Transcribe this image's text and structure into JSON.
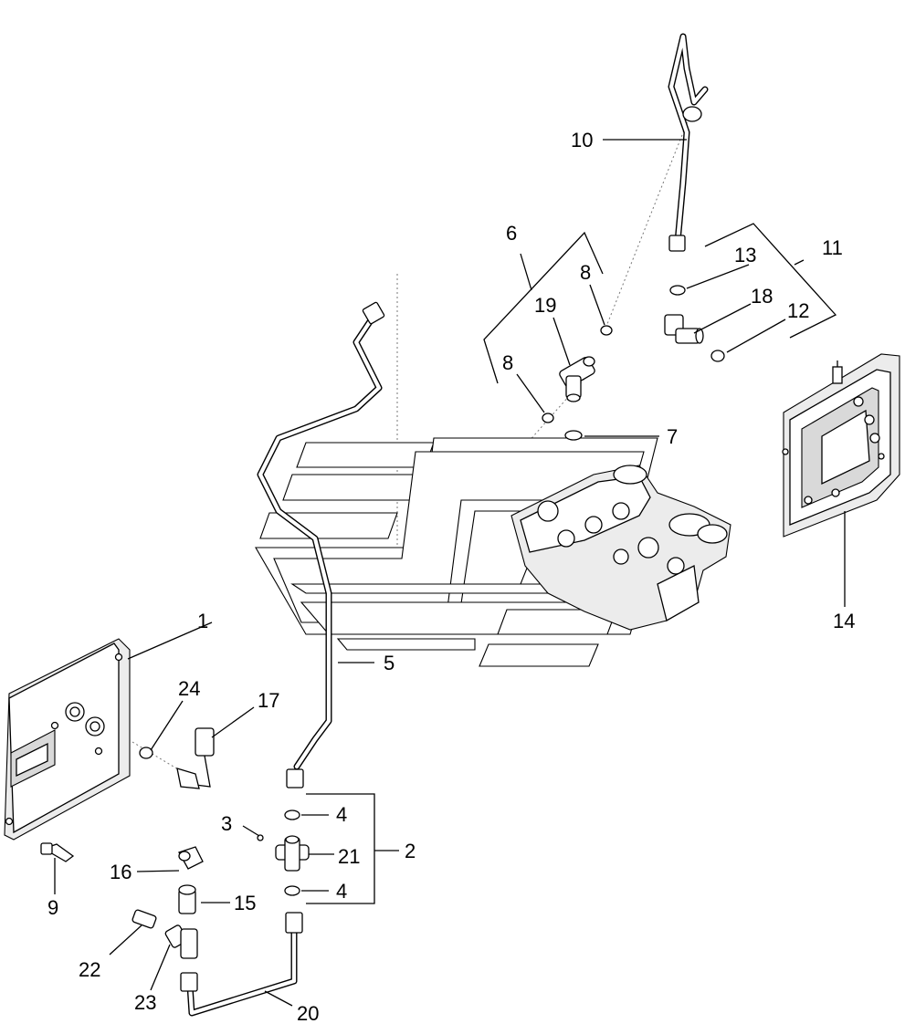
{
  "callouts": {
    "c1": "1",
    "c2": "2",
    "c3": "3",
    "c4a": "4",
    "c4b": "4",
    "c5": "5",
    "c6": "6",
    "c7": "7",
    "c8a": "8",
    "c8b": "8",
    "c9": "9",
    "c10": "10",
    "c11": "11",
    "c12": "12",
    "c13": "13",
    "c14": "14",
    "c15": "15",
    "c16": "16",
    "c17": "17",
    "c18": "18",
    "c19": "19",
    "c20": "20",
    "c21": "21",
    "c22": "22",
    "c23": "23",
    "c24": "24"
  }
}
